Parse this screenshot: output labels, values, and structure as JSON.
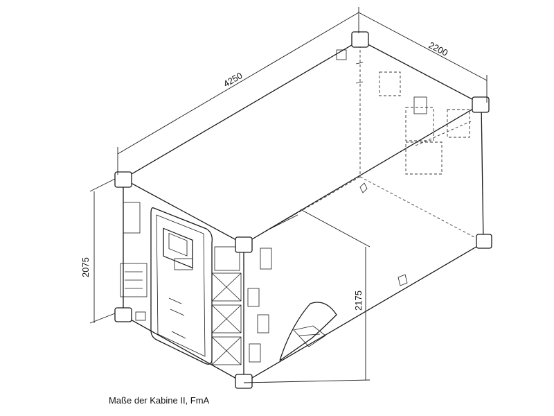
{
  "figure": {
    "caption": "Maße der Kabine II, FmA",
    "dimensions": {
      "length": "4250",
      "width": "2200",
      "height_front": "2075",
      "height_side": "2175"
    }
  },
  "colors": {
    "line": "#1a1a1a",
    "background": "#ffffff"
  }
}
